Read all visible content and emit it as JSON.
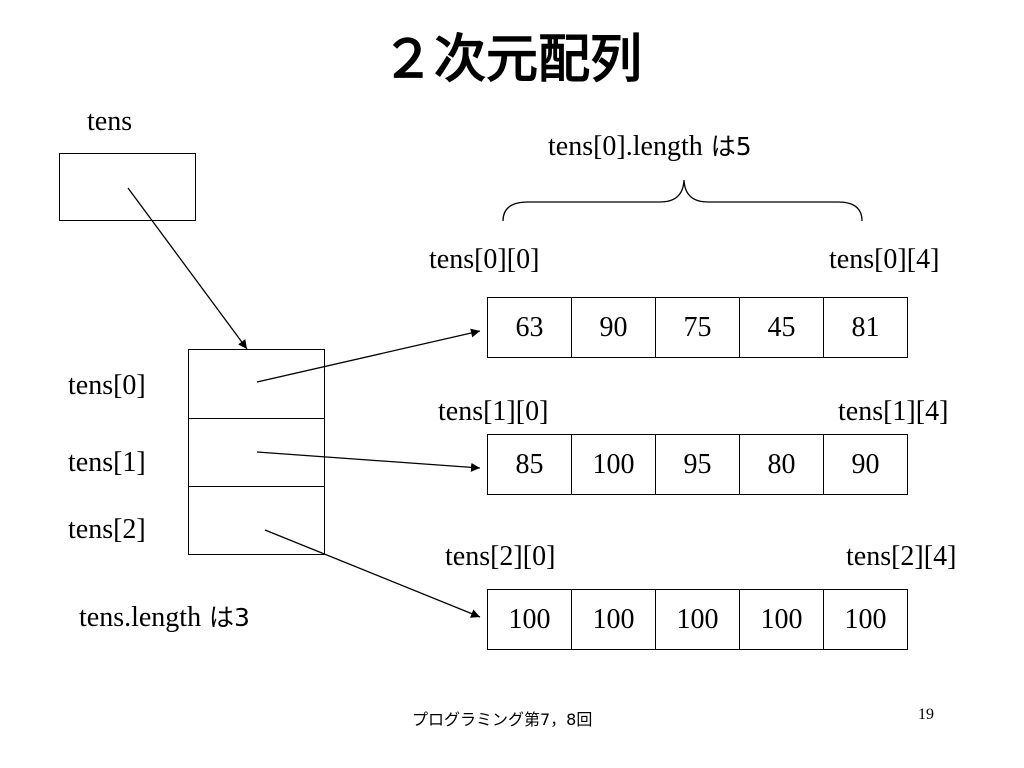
{
  "title": "２次元配列",
  "tens_label": "tens",
  "row_refs": [
    "tens[0]",
    "tens[1]",
    "tens[2]"
  ],
  "length_note": {
    "prefix": "tens.length",
    "suffix": " は3"
  },
  "inner_length_note": {
    "prefix": "tens[0].length",
    "suffix": " は5"
  },
  "rows": [
    {
      "first_label": "tens[0][0]",
      "last_label": "tens[0][4]",
      "values": [
        "63",
        "90",
        "75",
        "45",
        "81"
      ]
    },
    {
      "first_label": "tens[1][0]",
      "last_label": "tens[1][4]",
      "values": [
        "85",
        "100",
        "95",
        "80",
        "90"
      ]
    },
    {
      "first_label": "tens[2][0]",
      "last_label": "tens[2][4]",
      "values": [
        "100",
        "100",
        "100",
        "100",
        "100"
      ]
    }
  ],
  "footer": {
    "course": "プログラミング第7，8回",
    "page": "19"
  }
}
